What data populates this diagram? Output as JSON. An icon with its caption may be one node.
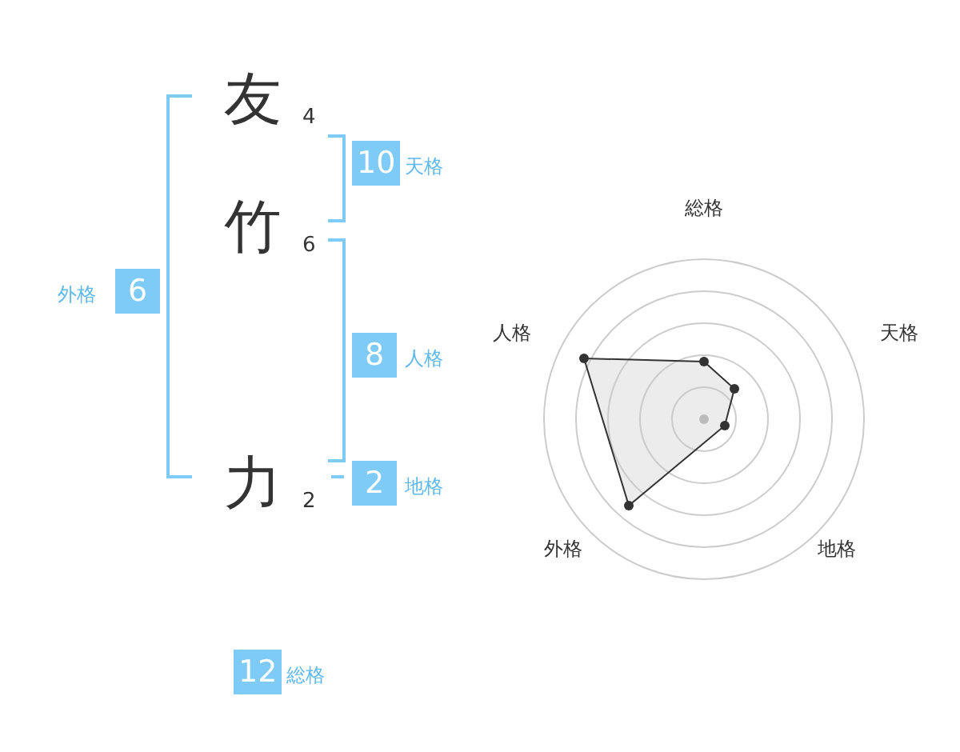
{
  "diagram": {
    "nodes": [
      {
        "text": [
          "10"
        ],
        "beside": [
          "天格"
        ]
      },
      {
        "text": [
          "6"
        ],
        "beside": [
          "外格"
        ]
      },
      {
        "text": [
          "8"
        ],
        "beside": [
          "人格"
        ]
      },
      {
        "text": [
          "2"
        ],
        "beside": [
          "地格"
        ]
      },
      {
        "text": [
          "12"
        ],
        "beside": [
          "総格"
        ]
      }
    ],
    "labels": [
      "友",
      "4",
      "竹",
      "6",
      "力",
      "2",
      "総格",
      "人格",
      "天格",
      "外格",
      "地格"
    ]
  }
}
